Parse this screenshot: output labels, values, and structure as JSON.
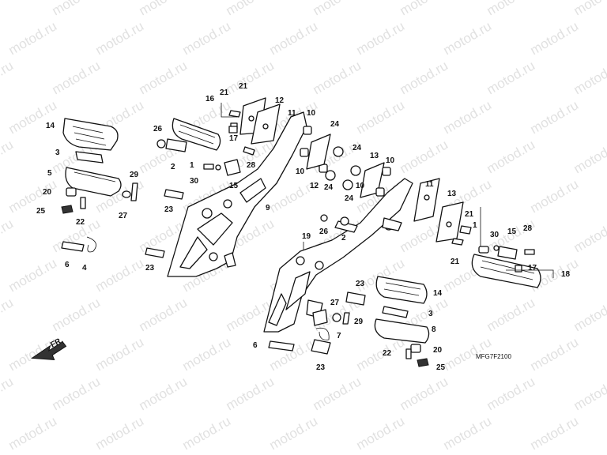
{
  "watermark_text": "motod.ru",
  "diagram_code": "MFG7F2100",
  "direction_label": "FR.",
  "callouts": [
    {
      "id": "c14a",
      "text": "14"
    },
    {
      "id": "c3a",
      "text": "3"
    },
    {
      "id": "c5a",
      "text": "5"
    },
    {
      "id": "c20a",
      "text": "20"
    },
    {
      "id": "c25a",
      "text": "25"
    },
    {
      "id": "c22a",
      "text": "22"
    },
    {
      "id": "c6a",
      "text": "6"
    },
    {
      "id": "c4a",
      "text": "4"
    },
    {
      "id": "c29a",
      "text": "29"
    },
    {
      "id": "c27a",
      "text": "27"
    },
    {
      "id": "c26a",
      "text": "26"
    },
    {
      "id": "c2a",
      "text": "2"
    },
    {
      "id": "c16a",
      "text": "16"
    },
    {
      "id": "c21a",
      "text": "21"
    },
    {
      "id": "c21b",
      "text": "21"
    },
    {
      "id": "c17a",
      "text": "17"
    },
    {
      "id": "c1a",
      "text": "1"
    },
    {
      "id": "c30a",
      "text": "30"
    },
    {
      "id": "c28a",
      "text": "28"
    },
    {
      "id": "c15a",
      "text": "15"
    },
    {
      "id": "c23a",
      "text": "23"
    },
    {
      "id": "c9a",
      "text": "9"
    },
    {
      "id": "c23b",
      "text": "23"
    },
    {
      "id": "c12a",
      "text": "12"
    },
    {
      "id": "c11a",
      "text": "11"
    },
    {
      "id": "c10a",
      "text": "10"
    },
    {
      "id": "c24a",
      "text": "24"
    },
    {
      "id": "c10b",
      "text": "10"
    },
    {
      "id": "c12b",
      "text": "12"
    },
    {
      "id": "c24b",
      "text": "24"
    },
    {
      "id": "c24c",
      "text": "24"
    },
    {
      "id": "c24d",
      "text": "24"
    },
    {
      "id": "c13a",
      "text": "13"
    },
    {
      "id": "c10c",
      "text": "10"
    },
    {
      "id": "c10d",
      "text": "10"
    },
    {
      "id": "c11b",
      "text": "11"
    },
    {
      "id": "c13b",
      "text": "13"
    },
    {
      "id": "c21c",
      "text": "21"
    },
    {
      "id": "c21d",
      "text": "21"
    },
    {
      "id": "c1b",
      "text": "1"
    },
    {
      "id": "c30b",
      "text": "30"
    },
    {
      "id": "c15b",
      "text": "15"
    },
    {
      "id": "c28b",
      "text": "28"
    },
    {
      "id": "c17b",
      "text": "17"
    },
    {
      "id": "c18a",
      "text": "18"
    },
    {
      "id": "c26b",
      "text": "26"
    },
    {
      "id": "c2b",
      "text": "2"
    },
    {
      "id": "c19a",
      "text": "19"
    },
    {
      "id": "c23c",
      "text": "23"
    },
    {
      "id": "c27b",
      "text": "27"
    },
    {
      "id": "c29b",
      "text": "29"
    },
    {
      "id": "c14b",
      "text": "14"
    },
    {
      "id": "c3b",
      "text": "3"
    },
    {
      "id": "c8a",
      "text": "8"
    },
    {
      "id": "c7a",
      "text": "7"
    },
    {
      "id": "c6b",
      "text": "6"
    },
    {
      "id": "c23d",
      "text": "23"
    },
    {
      "id": "c22b",
      "text": "22"
    },
    {
      "id": "c20b",
      "text": "20"
    },
    {
      "id": "c25b",
      "text": "25"
    }
  ]
}
